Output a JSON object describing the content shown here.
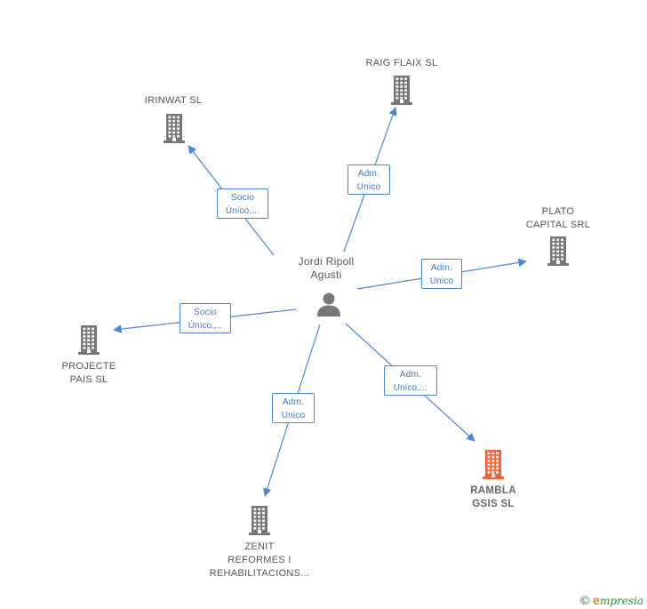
{
  "colors": {
    "edge": "#4a86d8",
    "building": "#777777",
    "focus_building": "#f0643c",
    "person": "#777777"
  },
  "center": {
    "name_lines": [
      "Jordi Ripoll",
      "Agusti"
    ],
    "icon": "person-icon"
  },
  "nodes": [
    {
      "id": "irinwat",
      "lines": [
        "IRINWAT  SL"
      ],
      "icon": "building-icon"
    },
    {
      "id": "raig",
      "lines": [
        "RAIG FLAIX SL"
      ],
      "icon": "building-icon"
    },
    {
      "id": "plato",
      "lines": [
        "PLATO",
        "CAPITAL SRL"
      ],
      "icon": "building-icon"
    },
    {
      "id": "projecte",
      "lines": [
        "PROJECTE",
        "PAIS SL"
      ],
      "icon": "building-icon"
    },
    {
      "id": "zenit",
      "lines": [
        "ZENIT",
        "REFORMES I",
        "REHABILITACIONS..."
      ],
      "icon": "building-icon"
    },
    {
      "id": "rambla",
      "lines": [
        "RAMBLA",
        "GSIS  SL"
      ],
      "icon": "building-icon",
      "highlight": true
    }
  ],
  "edges": [
    {
      "to": "irinwat",
      "label_lines": [
        "Socio",
        "Único,..."
      ]
    },
    {
      "to": "raig",
      "label_lines": [
        "Adm.",
        "Unico"
      ]
    },
    {
      "to": "plato",
      "label_lines": [
        "Adm.",
        "Unico"
      ]
    },
    {
      "to": "projecte",
      "label_lines": [
        "Socio",
        "Único,..."
      ]
    },
    {
      "to": "zenit",
      "label_lines": [
        "Adm.",
        "Unico"
      ]
    },
    {
      "to": "rambla",
      "label_lines": [
        "Adm.",
        "Unico,..."
      ]
    }
  ],
  "footer": {
    "copyright": "©",
    "brand_initial": "e",
    "brand_rest": "mpresia"
  }
}
